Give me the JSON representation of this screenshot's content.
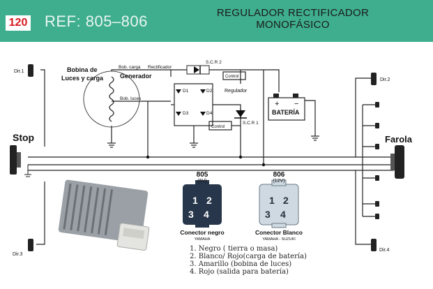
{
  "header": {
    "page_number": "120",
    "ref": "REF: 805–806",
    "title_line1": "REGULADOR RECTIFICADOR",
    "title_line2": "MONOFÁSICO"
  },
  "labels": {
    "dir1": "Dir.1",
    "dir2": "Dir.2",
    "dir3": "Dir.3",
    "dir4": "Dir.4",
    "stop": "Stop",
    "farola": "Farola",
    "bobina": "Bobina de",
    "luces_y_carga": "Luces y carga",
    "generador": "Generador",
    "bob_carga": "Bob. carga",
    "bob_luces": "Bob. luces",
    "rectificador": "Rectificador",
    "scr2": "S.C.R 2",
    "scr1": "S.C.R 1",
    "control": "Control",
    "regulador": "Regulador",
    "bateria": "BATERÍA",
    "d1": "D1",
    "d2": "D2",
    "d3": "D3",
    "d4": "D4"
  },
  "connectors": [
    {
      "code": "805",
      "voltage": "(6V)",
      "pins": [
        "1",
        "2",
        "3",
        "4"
      ],
      "name": "Conector negro",
      "brand": "YAMAHA",
      "color": "#27364a"
    },
    {
      "code": "806",
      "voltage": "(12V)",
      "pins": [
        "1",
        "2",
        "3",
        "4"
      ],
      "name": "Conector Blanco",
      "brand": "YAMAHA - SUZUKI",
      "color": "#cfd9e1"
    }
  ],
  "legend": [
    "1. Negro ( tierra o masa)",
    "2. Blanco/ Rojo(carga de batería)",
    "3. Amarillo (bobina de luces)",
    "4. Rojo (salida para batería)"
  ]
}
